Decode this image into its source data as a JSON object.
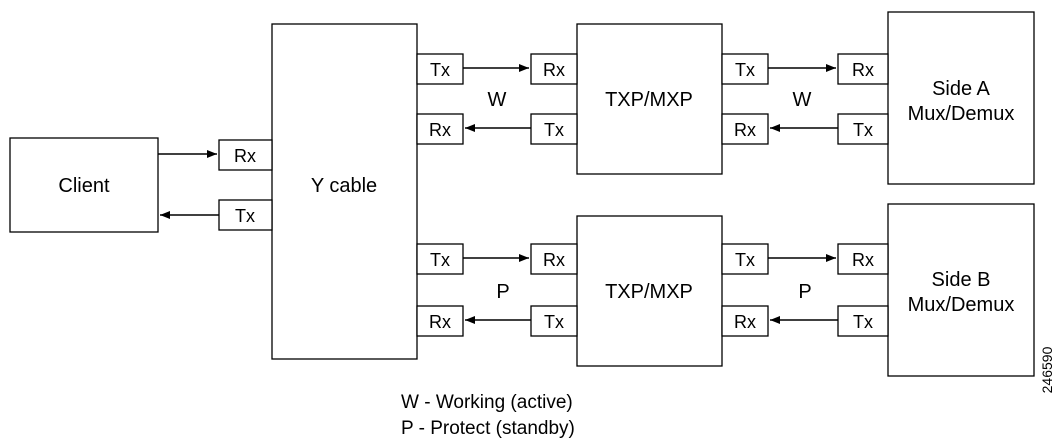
{
  "client": {
    "label": "Client"
  },
  "ycable": {
    "label": "Y cable"
  },
  "ycable_ports": {
    "rx": "Rx",
    "tx": "Tx"
  },
  "working_path": {
    "ycable_tx": "Tx",
    "ycable_rx": "Rx",
    "txp_rx_in": "Rx",
    "txp_tx_back": "Tx",
    "txp": "TXP/MXP",
    "txp_tx_out": "Tx",
    "txp_rx_back": "Rx",
    "mux_rx": "Rx",
    "mux_tx": "Tx",
    "mux_line1": "Side A",
    "mux_line2": "Mux/Demux",
    "label_left": "W",
    "label_right": "W"
  },
  "protect_path": {
    "ycable_tx": "Tx",
    "ycable_rx": "Rx",
    "txp_rx_in": "Rx",
    "txp_tx_back": "Tx",
    "txp": "TXP/MXP",
    "txp_tx_out": "Tx",
    "txp_rx_back": "Rx",
    "mux_rx": "Rx",
    "mux_tx": "Tx",
    "mux_line1": "Side B",
    "mux_line2": "Mux/Demux",
    "label_left": "P",
    "label_right": "P"
  },
  "legend": {
    "working": "W - Working (active)",
    "protect": "P - Protect (standby)"
  },
  "figure_id": "246590"
}
